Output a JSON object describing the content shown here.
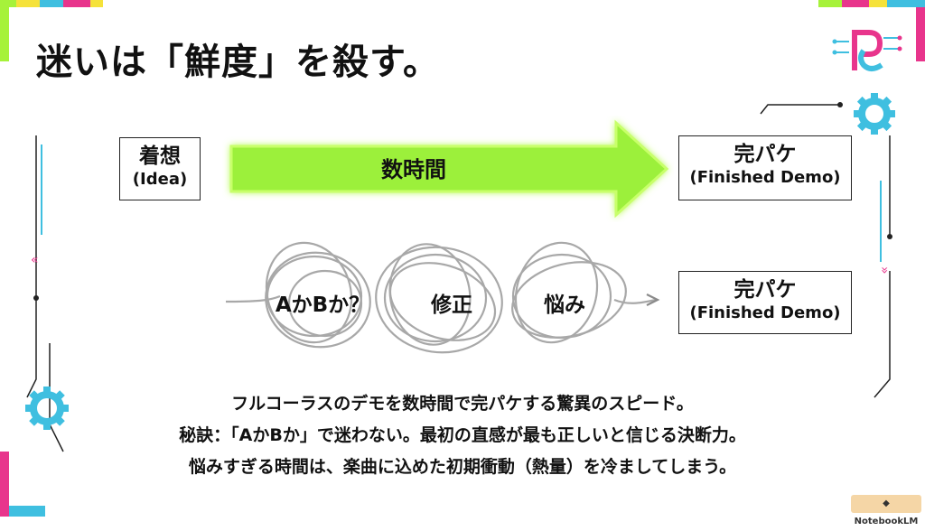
{
  "slide": {
    "title": "迷いは「鮮度」を殺す。"
  },
  "flow_top": {
    "start_main": "着想",
    "start_sub": "(Idea)",
    "arrow_label": "数時間",
    "end_main": "完パケ",
    "end_sub": "(Finished Demo)"
  },
  "flow_bottom": {
    "loops": [
      "AかBか？",
      "修正",
      "悩み"
    ],
    "end_main": "完パケ",
    "end_sub": "(Finished Demo)"
  },
  "body_lines": [
    "フルコーラスのデモを数時間で完パケする驚異のスピード。",
    "秘訣：「AかBか」で迷わない。最初の直感が最も正しいと信じる決断力。",
    "悩みすぎる時間は、楽曲に込めた初期衝動（熱量）を冷ましてしまう。"
  ],
  "footer": {
    "badge": "NotebookLM"
  },
  "colors": {
    "arrow_fill": "#9cf03a",
    "arrow_glow": "#c8ff6a",
    "accent_cyan": "#3fbfe0",
    "accent_magenta": "#e8358c",
    "accent_yellow": "#f5e23a",
    "accent_lime": "#a6f23a"
  },
  "icons": [
    "gear-icon",
    "chevron-icon",
    "logo-icon",
    "notebooklm-icon"
  ]
}
